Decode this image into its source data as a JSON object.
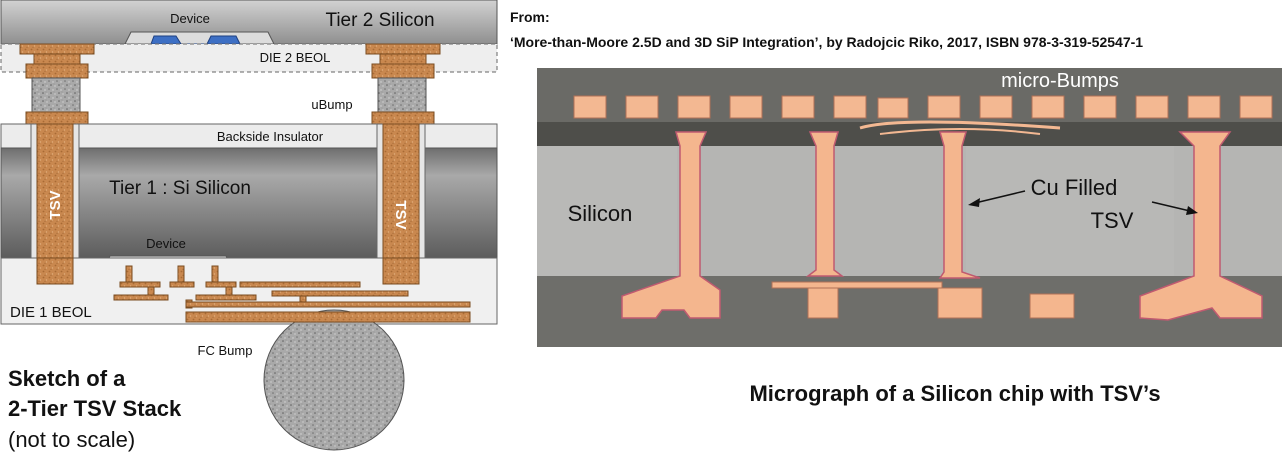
{
  "sketch": {
    "tier2_label": "Tier  2 Silicon",
    "device_top_label": "Device",
    "die2_beol_label": "DIE 2 BEOL",
    "ubump_label": "uBump",
    "backside_insulator_label": "Backside Insulator",
    "tier1_label": "Tier 1 : Si Silicon",
    "tsv_left_label": "TSV",
    "tsv_right_label": "TSV",
    "device_bottom_label": "Device",
    "die1_beol_label": "DIE 1 BEOL",
    "fc_bump_label": "FC Bump",
    "caption_line1": "Sketch of a",
    "caption_line2": "2-Tier TSV Stack",
    "caption_line3": "(not to scale)"
  },
  "source": {
    "from_label": "From:",
    "citation": "‘More-than-Moore 2.5D and 3D SiP Integration’, by Radojcic Riko, 2017,   ISBN 978-3-319-52547-1"
  },
  "micrograph": {
    "micro_bumps_label": "micro-Bumps",
    "silicon_label": "Silicon",
    "cu_line1": "Cu Filled",
    "cu_line2": "TSV",
    "caption": "Micrograph of a Silicon chip with TSV’s"
  },
  "colors": {
    "copper": "#c98a52",
    "silicon_grey": "#7a7a7a",
    "device_blue": "#3d6fc4",
    "micrograph_copper": "#f2b48e",
    "micrograph_silicon": "#b3b3b3"
  }
}
